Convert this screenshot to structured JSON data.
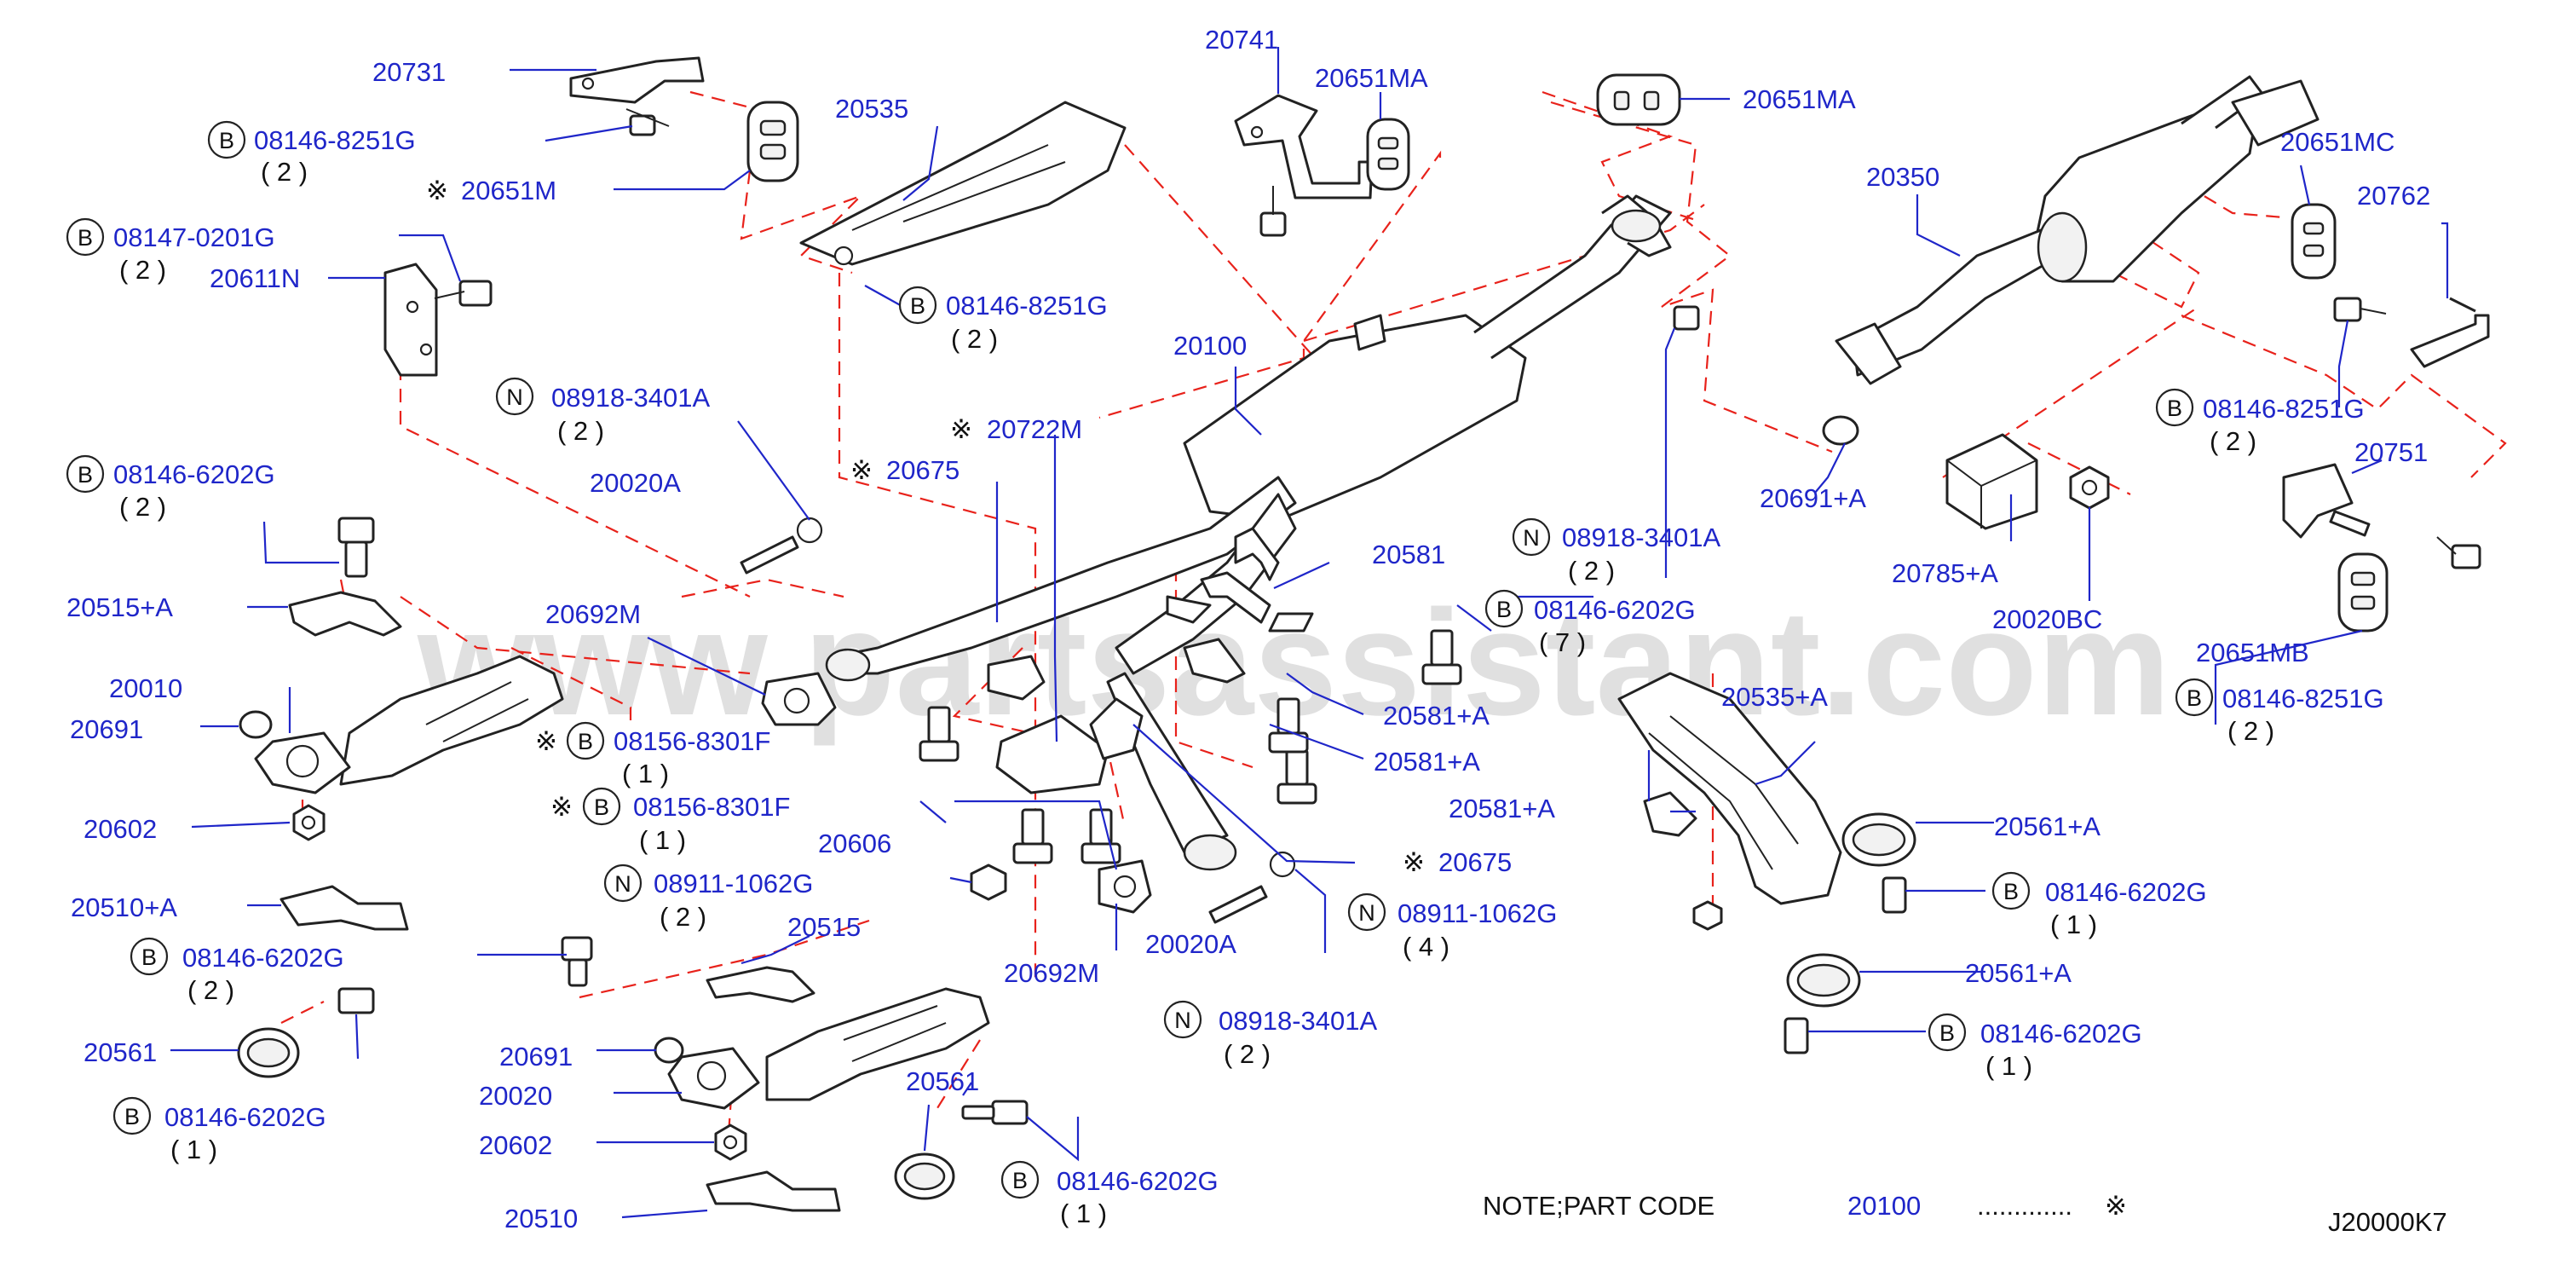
{
  "watermark": "www.partsassistant.com",
  "diagram_code": "J20000K7",
  "note": {
    "prefix": "NOTE;PART   CODE",
    "code": "20100",
    "dots": ".............",
    "mark": "※"
  },
  "symbols": {
    "bolt": "B",
    "nut": "N",
    "mark": "※"
  },
  "colors": {
    "label": "#1f26c9",
    "dash": "#e8221b",
    "line": "#222222"
  },
  "labels": {
    "p20731": "20731",
    "p08146_8251G_a": "08146-8251G",
    "q2_a": "( 2 )",
    "p20651M": "20651M",
    "p08147_0201G": "08147-0201G",
    "q2_b": "( 2 )",
    "p20611N": "20611N",
    "p20535": "20535",
    "p08146_8251G_b": "08146-8251G",
    "q2_c": "( 2 )",
    "p20741": "20741",
    "p20651MA_a": "20651MA",
    "p20651MA_b": "20651MA",
    "p20350": "20350",
    "p20651MC": "20651MC",
    "p20762": "20762",
    "p08146_8251G_c": "08146-8251G",
    "q2_d": "( 2 )",
    "p20751": "20751",
    "p20100": "20100",
    "p08918_3401A_a": "08918-3401A",
    "q2_e": "( 2 )",
    "p20722M": "20722M",
    "p20675_a": "20675",
    "p08146_6202G_a": "08146-6202G",
    "q2_f": "( 2 )",
    "p20020A_a": "20020A",
    "p20691A": "20691+A",
    "p20785A": "20785+A",
    "p20020BC": "20020BC",
    "p20651MB": "20651MB",
    "p08146_8251G_d": "08146-8251G",
    "q2_g": "( 2 )",
    "p20515A": "20515+A",
    "p20692M_a": "20692M",
    "p20581": "20581",
    "p08918_3401A_b": "08918-3401A",
    "q2_h": "( 2 )",
    "p08146_6202G_b": "08146-6202G",
    "q7": "( 7 )",
    "p20010": "20010",
    "p20691_a": "20691",
    "p08156_8301F_a": "08156-8301F",
    "q1_a": "( 1 )",
    "p08156_8301F_b": "08156-8301F",
    "q1_b": "( 1 )",
    "p20581A_a": "20581+A",
    "p20581A_b": "20581+A",
    "p20535A": "20535+A",
    "p20602_a": "20602",
    "p20606": "20606",
    "p20581A_c": "20581+A",
    "p20675_b": "20675",
    "p20561A_a": "20561+A",
    "p08911_1062G_a": "08911-1062G",
    "q2_i": "( 2 )",
    "p08146_6202G_c": "08146-6202G",
    "q1_c": "( 1 )",
    "p20510A": "20510+A",
    "p20515": "20515",
    "p08911_1062G_b": "08911-1062G",
    "q4": "( 4 )",
    "p20020A_b": "20020A",
    "p08146_6202G_d": "08146-6202G",
    "q2_j": "( 2 )",
    "p20692M_b": "20692M",
    "p20561A_b": "20561+A",
    "p20561_a": "20561",
    "p08918_3401A_c": "08918-3401A",
    "q2_k": "( 2 )",
    "p08146_6202G_e": "08146-6202G",
    "q1_d": "( 1 )",
    "p20691_b": "20691",
    "p20020": "20020",
    "p08146_6202G_f": "08146-6202G",
    "q1_e": "( 1 )",
    "p20602_b": "20602",
    "p20561_b": "20561",
    "p08146_6202G_g": "08146-6202G",
    "q1_f": "( 1 )",
    "p20510": "20510"
  }
}
